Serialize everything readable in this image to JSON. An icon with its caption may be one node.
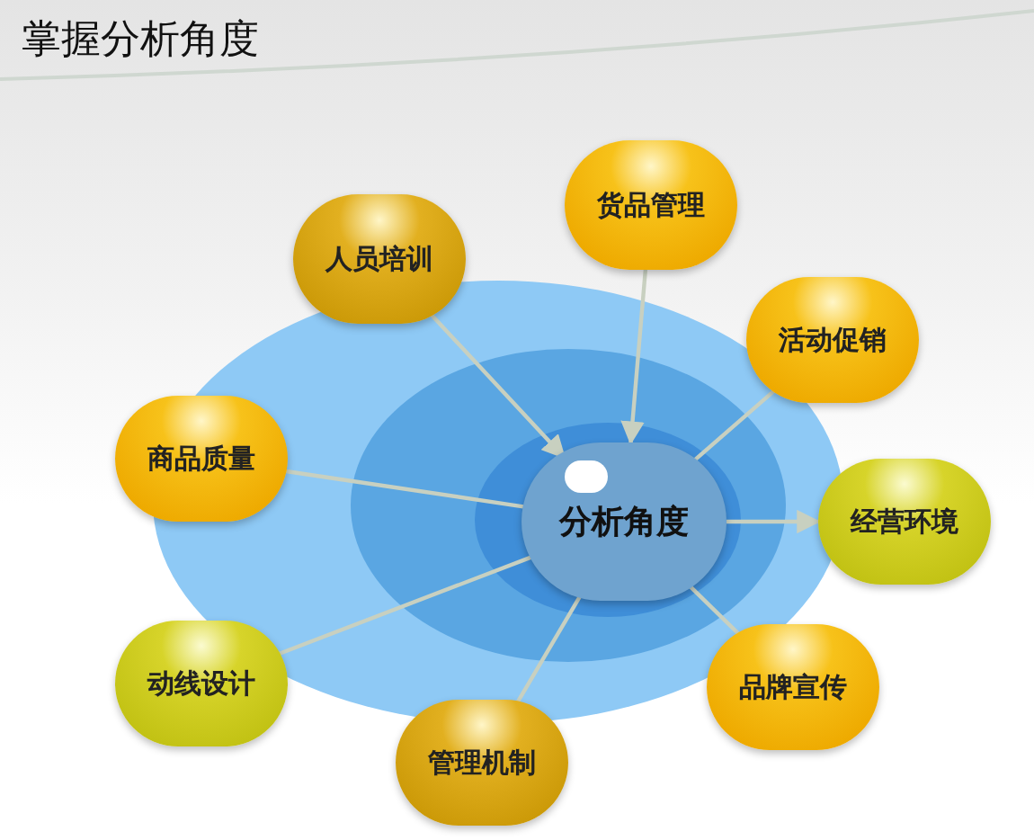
{
  "diagram": {
    "title": "掌握分析角度",
    "nodes": [
      {
        "text": [
          "分析角度"
        ]
      },
      {
        "text": [
          "货品管理"
        ]
      },
      {
        "text": [
          "人员培训"
        ]
      },
      {
        "text": [
          "活动促销"
        ]
      },
      {
        "text": [
          "商品质量"
        ]
      },
      {
        "text": [
          "经营环境"
        ]
      },
      {
        "text": [
          "动线设计"
        ]
      },
      {
        "text": [
          "品牌宣传"
        ]
      },
      {
        "text": [
          "管理机制"
        ]
      }
    ],
    "edges": [
      {
        "from": 2,
        "to": 0,
        "arrow": "to"
      },
      {
        "from": 1,
        "to": 0,
        "arrow": "to"
      },
      {
        "from": 0,
        "to": 3,
        "arrow": "none"
      },
      {
        "from": 4,
        "to": 0,
        "arrow": "none"
      },
      {
        "from": 0,
        "to": 5,
        "arrow": "to"
      },
      {
        "from": 6,
        "to": 0,
        "arrow": "none"
      },
      {
        "from": 0,
        "to": 7,
        "arrow": "none"
      },
      {
        "from": 8,
        "to": 0,
        "arrow": "none"
      }
    ]
  }
}
